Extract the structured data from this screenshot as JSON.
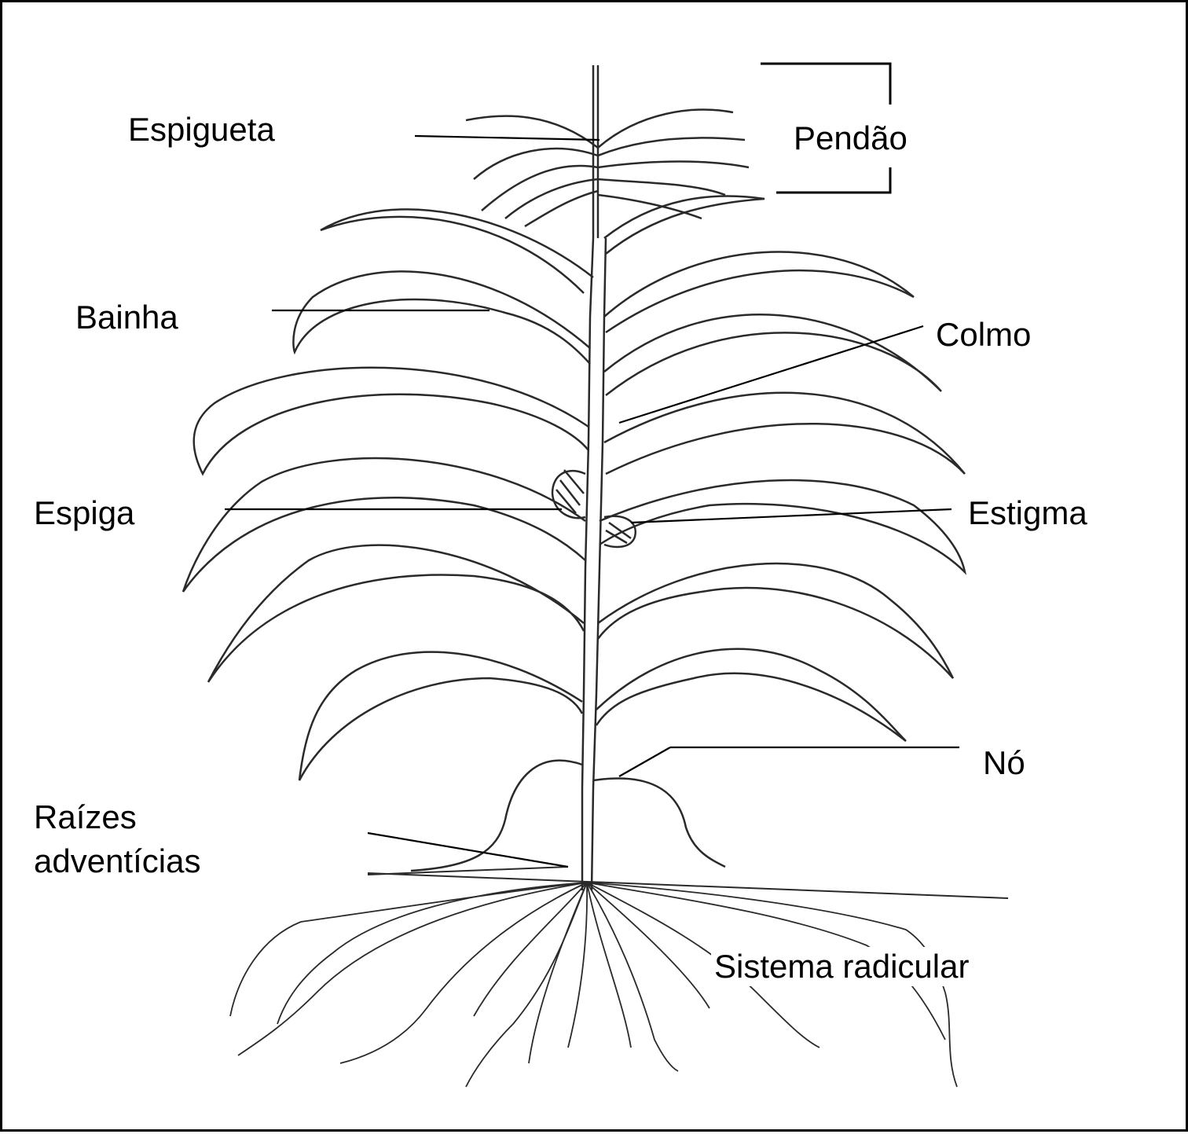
{
  "labels": {
    "espigueta": "Espigueta",
    "pendao": "Pendão",
    "bainha": "Bainha",
    "colmo": "Colmo",
    "espiga": "Espiga",
    "estigma": "Estigma",
    "no": "Nó",
    "raizes_line1": "Raízes",
    "raizes_line2": "adventícias",
    "sistema_radicular": "Sistema radicular"
  },
  "colors": {
    "line": "#000000",
    "drawing": "#2a2a2a",
    "background": "#ffffff"
  }
}
